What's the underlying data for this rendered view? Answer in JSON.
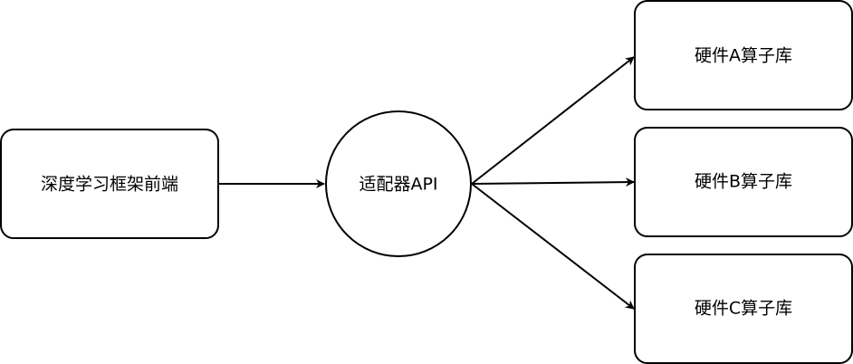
{
  "diagram": {
    "nodes": {
      "frontend": {
        "label": "深度学习框架前端",
        "shape": "rounded-rectangle"
      },
      "adapter": {
        "label": "适配器API",
        "shape": "circle"
      },
      "lib_a": {
        "label": "硬件A算子库",
        "shape": "rounded-rectangle"
      },
      "lib_b": {
        "label": "硬件B算子库",
        "shape": "rounded-rectangle"
      },
      "lib_c": {
        "label": "硬件C算子库",
        "shape": "rounded-rectangle"
      }
    },
    "edges": [
      {
        "from": "frontend",
        "to": "adapter"
      },
      {
        "from": "adapter",
        "to": "lib_a"
      },
      {
        "from": "adapter",
        "to": "lib_b"
      },
      {
        "from": "adapter",
        "to": "lib_c"
      }
    ],
    "colors": {
      "stroke": "#000000",
      "fill": "#ffffff",
      "text": "#000000"
    }
  }
}
